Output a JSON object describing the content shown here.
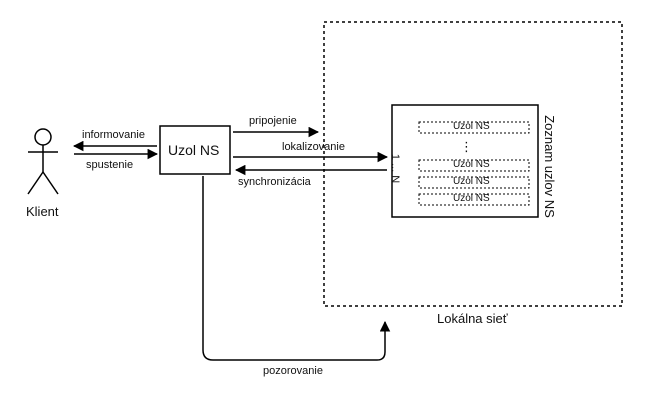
{
  "actor": {
    "label": "Klient"
  },
  "node": {
    "label": "Uzol NS"
  },
  "edges": {
    "informovanie": "informovanie",
    "spustenie": "spustenie",
    "pripojenie": "pripojenie",
    "lokalizovanie": "lokalizovanie",
    "synchronizacia": "synchronizácia",
    "pozorovanie": "pozorovanie"
  },
  "network": {
    "label": "Lokálna sieť"
  },
  "list": {
    "title": "Zoznam uzlov NS",
    "range": "1 ... N",
    "items": [
      "Uzol NS",
      "Uzol NS",
      "Uzol NS",
      "Uzol NS"
    ],
    "ellipsis": "⋮"
  }
}
